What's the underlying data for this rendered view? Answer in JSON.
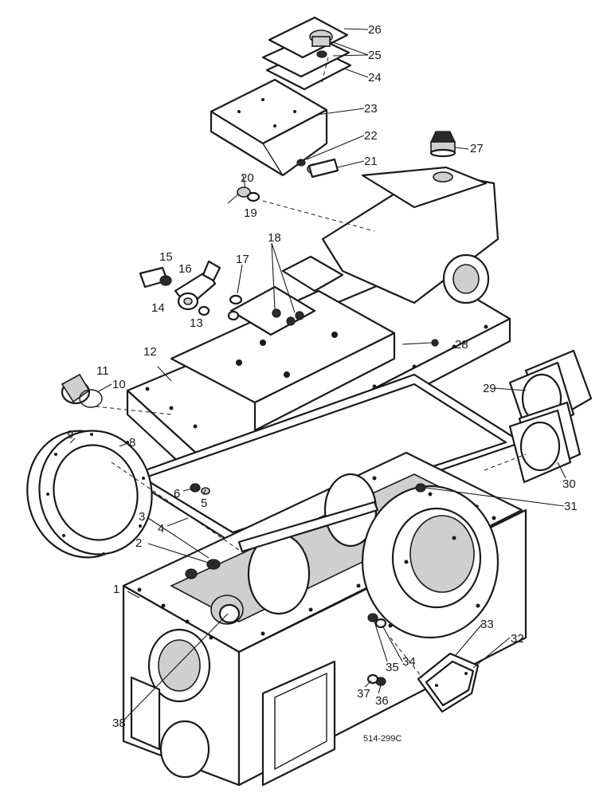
{
  "callouts": {
    "c1": "1",
    "c2": "2",
    "c3": "3",
    "c4": "4",
    "c5": "5",
    "c6": "6",
    "c8": "8",
    "c9": "9",
    "c10": "10",
    "c11": "11",
    "c12": "12",
    "c13": "13",
    "c14": "14",
    "c15": "15",
    "c16": "16",
    "c17": "17",
    "c18": "18",
    "c19": "19",
    "c20": "20",
    "c21": "21",
    "c22": "22",
    "c23": "23",
    "c24": "24",
    "c25": "25",
    "c26": "26",
    "c27": "27",
    "c28": "28",
    "c29": "29",
    "c30": "30",
    "c31": "31",
    "c32": "32",
    "c33": "33",
    "c34": "34",
    "c35": "35",
    "c36": "36",
    "c37": "37",
    "c38": "38"
  },
  "drawing_reference": "514-299C"
}
